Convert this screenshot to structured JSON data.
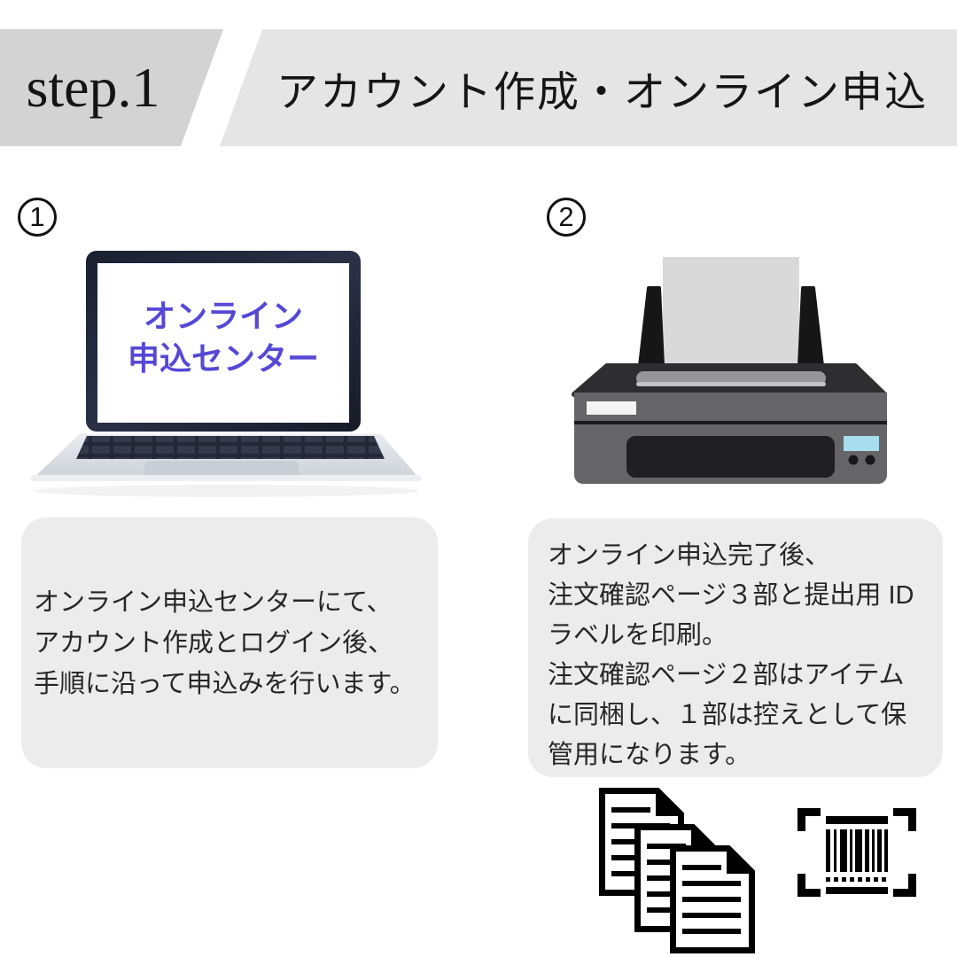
{
  "header": {
    "step_label": "step.1",
    "title": "アカウント作成・オンライン申込"
  },
  "left_column": {
    "number": "1",
    "laptop_screen": {
      "line1": "オンライン",
      "line2": "申込センター"
    },
    "description": "オンライン申込センターにて、\nアカウント作成とログイン後、\n手順に沿って申込みを行います。"
  },
  "right_column": {
    "number": "2",
    "description": "オンライン申込完了後、\n注文確認ページ３部と提出用 ID\nラベルを印刷。\n注文確認ページ２部はアイテム\nに同梱し、１部は控えとして保\n管用になります。"
  },
  "icons": {
    "left_item": "laptop-illustration",
    "right_item": "printer-illustration",
    "bottom_left": "documents-icon",
    "bottom_right": "barcode-icon"
  },
  "colors": {
    "accent_purple": "#5648d6",
    "band_step_bg": "#d3d3d3",
    "band_title_bg": "#e5e5e5",
    "info_box_bg": "#ececec",
    "printer_dark": "#2e2e31",
    "printer_body": "#656568",
    "printer_screen_blue": "#a7dded",
    "paper_gray": "#d9d9d9",
    "text": "#1c1c1c"
  }
}
